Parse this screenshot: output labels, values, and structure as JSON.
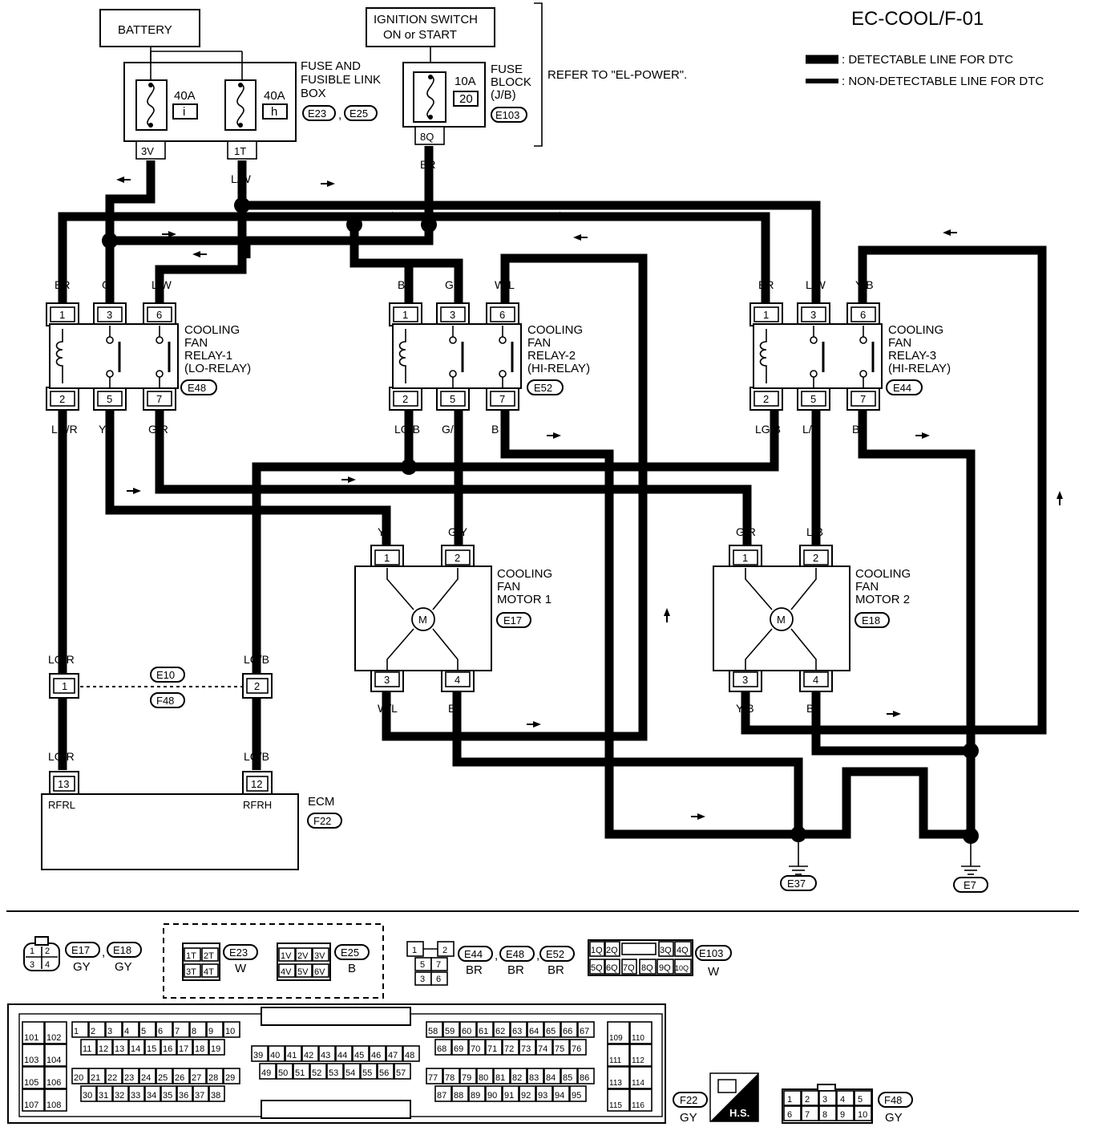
{
  "header": {
    "code": "EC-COOL/F-01",
    "legend": [
      ": DETECTABLE LINE FOR DTC",
      ": NON-DETECTABLE LINE FOR DTC"
    ],
    "refer": "REFER TO \"EL-POWER\"."
  },
  "power": {
    "battery": "BATTERY",
    "ignition": [
      "IGNITION SWITCH",
      "ON or START"
    ],
    "fuse_box_label": [
      "FUSE AND",
      "FUSIBLE LINK",
      "BOX"
    ],
    "fuse_box_connectors": [
      "E23",
      "E25"
    ],
    "fuses": [
      {
        "rating": "40A",
        "id": "i",
        "terminal": "3V"
      },
      {
        "rating": "40A",
        "id": "h",
        "terminal": "1T"
      }
    ],
    "fuse_block_label": [
      "FUSE",
      "BLOCK",
      "(J/B)"
    ],
    "fuse_block_connector": "E103",
    "fuse_block_fuse": {
      "rating": "10A",
      "id": "20",
      "terminal": "8Q"
    }
  },
  "relays": [
    {
      "name": [
        "COOLING",
        "FAN",
        "RELAY-1",
        "(LO-RELAY)"
      ],
      "connector": "E48",
      "top_pins": [
        "1",
        "3",
        "6"
      ],
      "bottom_pins": [
        "2",
        "5",
        "7"
      ],
      "top_wires": [
        "BR",
        "G",
        "L/W"
      ],
      "bottom_wires": [
        "LG/R",
        "Y",
        "G/R"
      ]
    },
    {
      "name": [
        "COOLING",
        "FAN",
        "RELAY-2",
        "(HI-RELAY)"
      ],
      "connector": "E52",
      "top_pins": [
        "1",
        "3",
        "6"
      ],
      "bottom_pins": [
        "2",
        "5",
        "7"
      ],
      "top_wires": [
        "BR",
        "G",
        "W/L"
      ],
      "bottom_wires": [
        "LG/B",
        "G/Y",
        "B"
      ]
    },
    {
      "name": [
        "COOLING",
        "FAN",
        "RELAY-3",
        "(HI-RELAY)"
      ],
      "connector": "E44",
      "top_pins": [
        "1",
        "3",
        "6"
      ],
      "bottom_pins": [
        "2",
        "5",
        "7"
      ],
      "top_wires": [
        "BR",
        "L/W",
        "Y/B"
      ],
      "bottom_wires": [
        "LG/B",
        "L/B",
        "B"
      ]
    }
  ],
  "motors": [
    {
      "name": [
        "COOLING",
        "FAN",
        "MOTOR 1"
      ],
      "connector": "E17",
      "top_pins": [
        "1",
        "2"
      ],
      "bottom_pins": [
        "3",
        "4"
      ],
      "top_wires": [
        "Y",
        "G/Y"
      ],
      "bottom_wires": [
        "W/L",
        "B"
      ],
      "symbol": "M"
    },
    {
      "name": [
        "COOLING",
        "FAN",
        "MOTOR 2"
      ],
      "connector": "E18",
      "top_pins": [
        "1",
        "2"
      ],
      "bottom_pins": [
        "3",
        "4"
      ],
      "top_wires": [
        "G/R",
        "L/B"
      ],
      "bottom_wires": [
        "Y/B",
        "B"
      ],
      "symbol": "M"
    }
  ],
  "wire_labels": {
    "g": "G",
    "lw": "L/W",
    "br": "BR",
    "lgr": "LG/R",
    "lgb": "LG/B",
    "b": "B"
  },
  "joint": {
    "connectors": [
      "E10",
      "F48"
    ],
    "pins": [
      "1",
      "2"
    ]
  },
  "ecm": {
    "label": "ECM",
    "connector": "F22",
    "pins": [
      "13",
      "12"
    ],
    "terminals": [
      "RFRL",
      "RFRH"
    ]
  },
  "grounds": [
    "E37",
    "E7"
  ],
  "connector_views": {
    "e17": {
      "ids": [
        "E17",
        "E18"
      ],
      "color": [
        "GY",
        "GY"
      ],
      "pins": [
        "1",
        "2",
        "3",
        "4"
      ]
    },
    "e23": {
      "ids": [
        "E23",
        "E25"
      ],
      "color": [
        "W",
        "B"
      ],
      "pins_a": [
        "1T",
        "2T",
        "3T",
        "4T"
      ],
      "pins_b": [
        "1V",
        "2V",
        "3V",
        "4V",
        "5V",
        "6V"
      ]
    },
    "e44": {
      "ids": [
        "E44",
        "E48",
        "E52"
      ],
      "color": [
        "BR",
        "BR",
        "BR"
      ],
      "pins": [
        "1",
        "2",
        "5",
        "7",
        "3",
        "6"
      ]
    },
    "e103": {
      "id": "E103",
      "color": "W",
      "pins": [
        "1Q",
        "2Q",
        "3Q",
        "4Q",
        "5Q",
        "6Q",
        "7Q",
        "8Q",
        "9Q",
        "10Q"
      ]
    },
    "f22": {
      "id": "F22",
      "color": "GY",
      "hs": "H.S."
    },
    "f48": {
      "id": "F48",
      "color": "GY",
      "pins": [
        "1",
        "2",
        "3",
        "4",
        "5",
        "6",
        "7",
        "8",
        "9",
        "10"
      ]
    }
  },
  "ecm_connector_pins": {
    "left": [
      "101",
      "102",
      "103",
      "104",
      "105",
      "106",
      "107",
      "108"
    ],
    "r1": [
      "1",
      "2",
      "3",
      "4",
      "5",
      "6",
      "7",
      "8",
      "9",
      "10"
    ],
    "r2": [
      "11",
      "12",
      "13",
      "14",
      "15",
      "16",
      "17",
      "18",
      "19"
    ],
    "r3": [
      "20",
      "21",
      "22",
      "23",
      "24",
      "25",
      "26",
      "27",
      "28",
      "29"
    ],
    "r4": [
      "30",
      "31",
      "32",
      "33",
      "34",
      "35",
      "36",
      "37",
      "38"
    ],
    "m1": [
      "39",
      "40",
      "41",
      "42",
      "43",
      "44",
      "45",
      "46",
      "47",
      "48"
    ],
    "m2": [
      "49",
      "50",
      "51",
      "52",
      "53",
      "54",
      "55",
      "56",
      "57"
    ],
    "s1": [
      "58",
      "59",
      "60",
      "61",
      "62",
      "63",
      "64",
      "65",
      "66",
      "67"
    ],
    "s2": [
      "68",
      "69",
      "70",
      "71",
      "72",
      "73",
      "74",
      "75",
      "76"
    ],
    "s3": [
      "77",
      "78",
      "79",
      "80",
      "81",
      "82",
      "83",
      "84",
      "85",
      "86"
    ],
    "s4": [
      "87",
      "88",
      "89",
      "90",
      "91",
      "92",
      "93",
      "94",
      "95"
    ],
    "right": [
      "109",
      "110",
      "111",
      "112",
      "113",
      "114",
      "115",
      "116"
    ]
  }
}
